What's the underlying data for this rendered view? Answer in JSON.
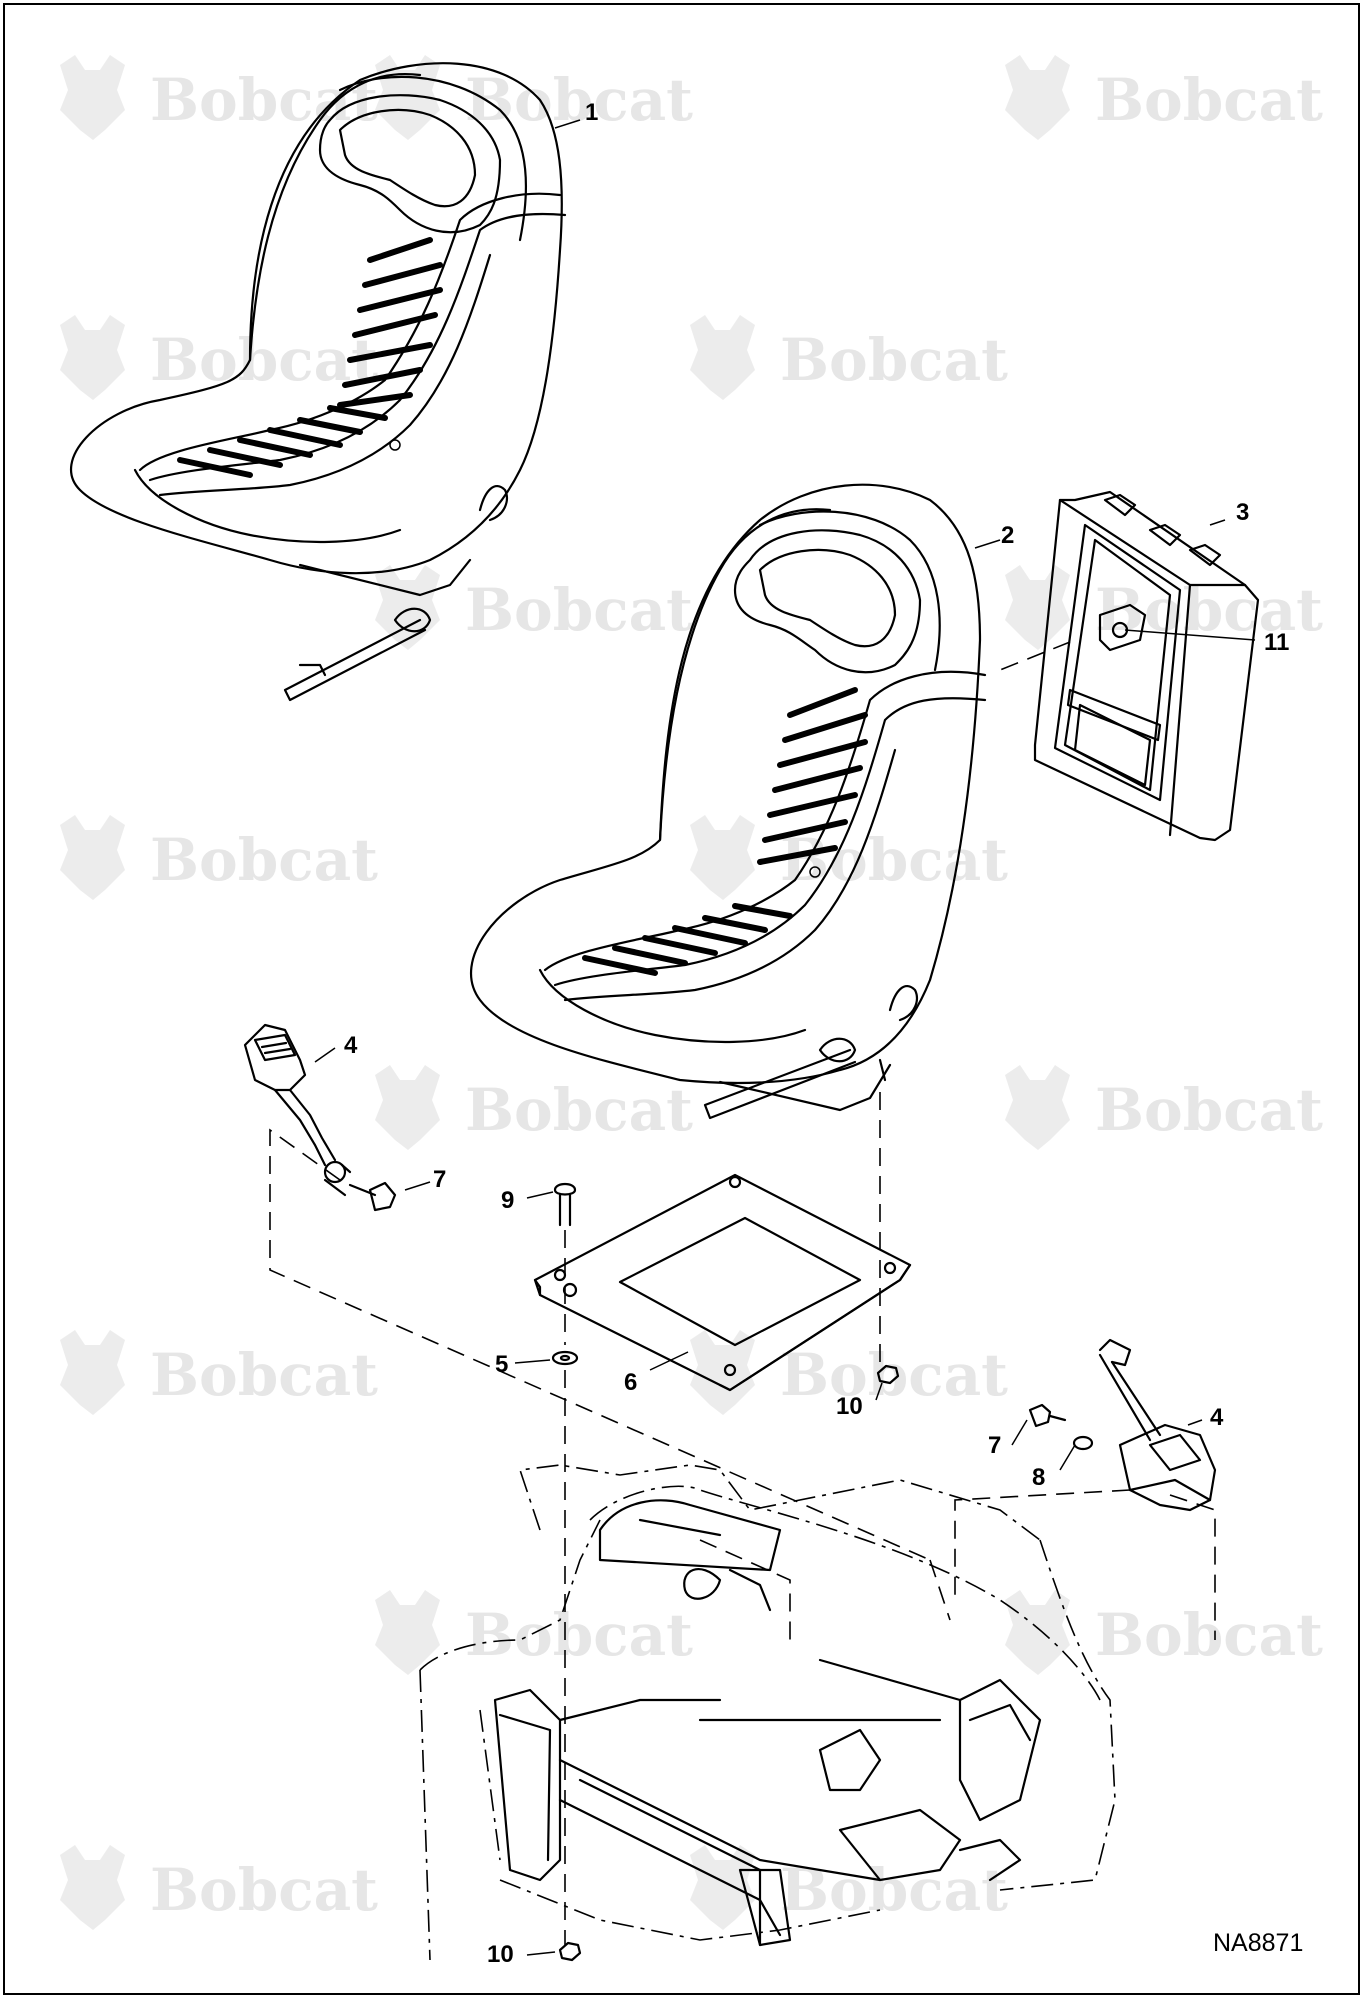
{
  "watermark": {
    "text": "Bobcat",
    "color": "#e6e6e6"
  },
  "callouts": [
    {
      "id": "callout-1",
      "label": "1"
    },
    {
      "id": "callout-2",
      "label": "2"
    },
    {
      "id": "callout-3",
      "label": "3"
    },
    {
      "id": "callout-11",
      "label": "11"
    },
    {
      "id": "callout-4-left",
      "label": "4"
    },
    {
      "id": "callout-7-left",
      "label": "7"
    },
    {
      "id": "callout-9",
      "label": "9"
    },
    {
      "id": "callout-5",
      "label": "5"
    },
    {
      "id": "callout-6",
      "label": "6"
    },
    {
      "id": "callout-10-top",
      "label": "10"
    },
    {
      "id": "callout-4-right",
      "label": "4"
    },
    {
      "id": "callout-7-right",
      "label": "7"
    },
    {
      "id": "callout-8",
      "label": "8"
    },
    {
      "id": "callout-10-bottom",
      "label": "10"
    }
  ],
  "figure_id": "NA8871"
}
